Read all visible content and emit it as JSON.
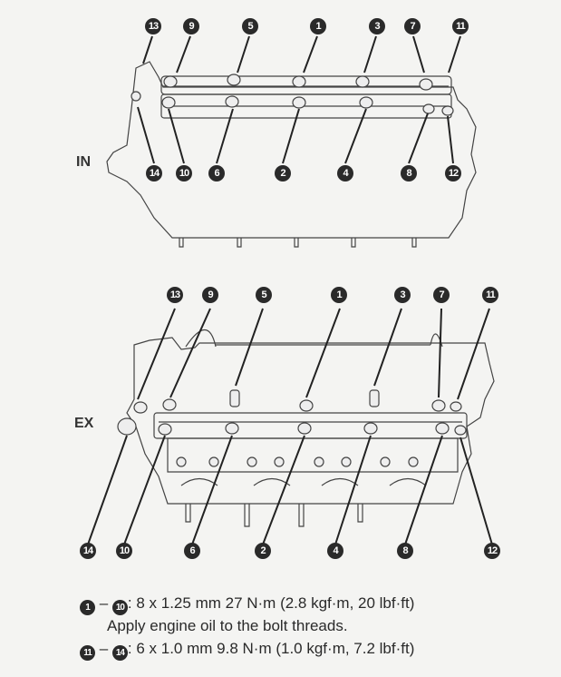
{
  "diagram": {
    "views": [
      {
        "id": "intake",
        "label": "IN",
        "top_callouts": [
          "13",
          "9",
          "5",
          "1",
          "3",
          "7",
          "11"
        ],
        "bottom_callouts": [
          "14",
          "10",
          "6",
          "2",
          "4",
          "8",
          "12"
        ]
      },
      {
        "id": "exhaust",
        "label": "EX",
        "top_callouts": [
          "13",
          "9",
          "5",
          "1",
          "3",
          "7",
          "11"
        ],
        "bottom_callouts": [
          "14",
          "10",
          "6",
          "2",
          "4",
          "8",
          "12"
        ]
      }
    ]
  },
  "specs": [
    {
      "from": "1",
      "to": "10",
      "text": ": 8 x 1.25 mm 27 N·m (2.8 kgf·m, 20 lbf·ft)"
    },
    {
      "note": "Apply engine oil to the bolt threads."
    },
    {
      "from": "11",
      "to": "14",
      "text": ": 6 x 1.0 mm 9.8 N·m (1.0 kgf·m, 7.2 lbf·ft)"
    }
  ],
  "dash": " – "
}
